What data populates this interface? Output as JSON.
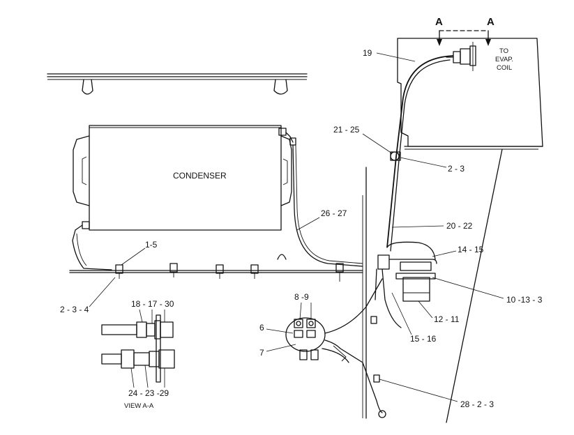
{
  "labels": {
    "section_a_left": "A",
    "section_a_right": "A",
    "to_evap_line1": "TO",
    "to_evap_line2": "EVAP.",
    "to_evap_line3": "COIL",
    "condenser": "CONDENSER",
    "view_aa": "VIEW  A-A"
  },
  "callouts": {
    "c19": "19",
    "c21_25": "21 - 25",
    "c2_3_upper": "2 - 3",
    "c26_27": "26 - 27",
    "c20_22": "20 - 22",
    "c1_5": "1-5",
    "c14_15": "14 - 15",
    "c2_3_4": "2 - 3 - 4",
    "c10_13_3": "10 -13 - 3",
    "c18_17_30": "18 - 17 - 30",
    "c8_9": "8 -9",
    "c12_11": "12 - 11",
    "c6": "6",
    "c15_16": "15 - 16",
    "c7": "7",
    "c24_23_29": "24 - 23  -29",
    "c28_2_3": "28  - 2 - 3"
  }
}
